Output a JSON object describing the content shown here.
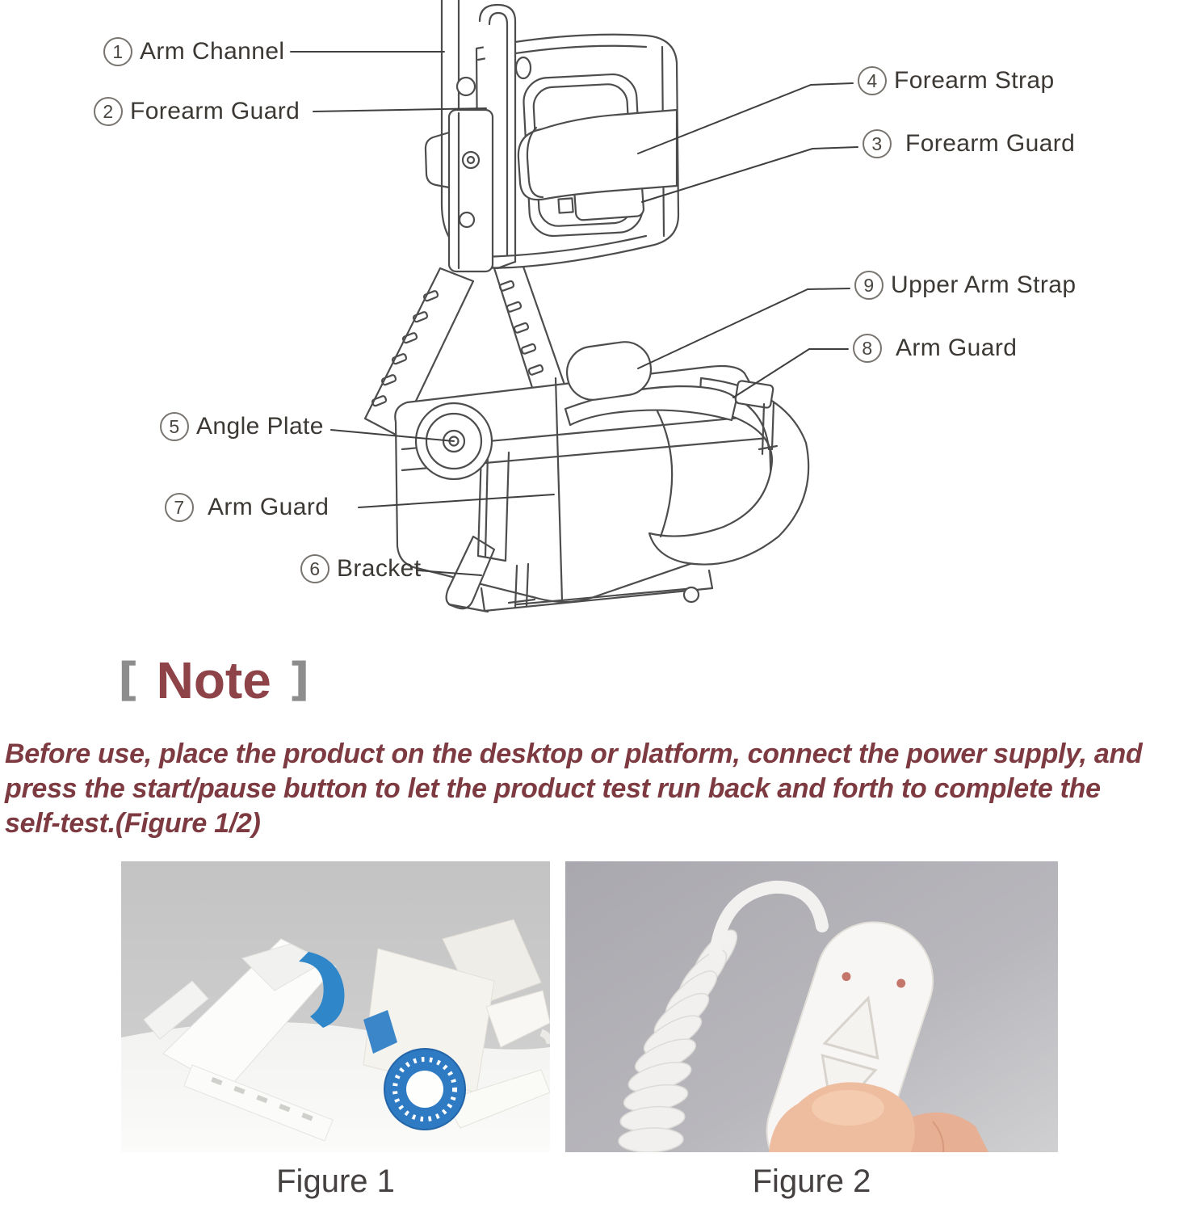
{
  "diagram": {
    "labels": [
      {
        "num": "1",
        "text": "Arm Channel"
      },
      {
        "num": "2",
        "text": "Forearm Guard"
      },
      {
        "num": "3",
        "text": "Forearm Guard"
      },
      {
        "num": "4",
        "text": "Forearm Strap"
      },
      {
        "num": "5",
        "text": "Angle Plate"
      },
      {
        "num": "6",
        "text": "Bracket"
      },
      {
        "num": "7",
        "text": "Arm Guard"
      },
      {
        "num": "8",
        "text": "Arm Guard"
      },
      {
        "num": "9",
        "text": "Upper Arm Strap"
      }
    ]
  },
  "note": {
    "open_bracket": "[",
    "title": "Note",
    "close_bracket": "]",
    "lines": [
      "Before use, place the product on the desktop or platform, connect the power supply, and",
      "press the start/pause button to let the product test run back and forth to complete the",
      "self-test.(Figure 1/2)"
    ]
  },
  "figures": {
    "fig1_caption": "Figure 1",
    "fig2_caption": "Figure 2"
  },
  "colors": {
    "note_title": "#8e4348",
    "note_brackets": "#8d8d8d",
    "note_body_text": "#7d3a41",
    "label_text": "#3c3935",
    "line_art": "#4d4d4d",
    "caption_text": "#454140",
    "device_accent_blue": "#2e7bc4",
    "photo1_background": "#c6c6c6",
    "photo2_background": "#b1b0b6"
  }
}
